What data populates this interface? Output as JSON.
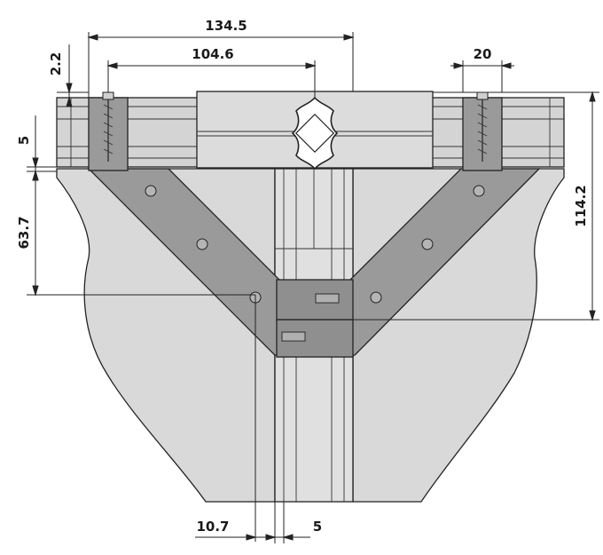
{
  "colors": {
    "background": "#ffffff",
    "part_light": "#d9d9d9",
    "part_mid": "#cfcfcf",
    "bracket": "#9a9a9a",
    "outline": "#222222"
  },
  "dimensions": {
    "overall_width": "134.5",
    "inner_width": "104.6",
    "top_offset": "2.2",
    "bracket_width": "20",
    "gap": "5",
    "bracket_depth": "63.7",
    "total_height": "114.2",
    "bottom_offset": "10.7",
    "bottom_gap": "5"
  },
  "icons": {
    "screw_left": "screw-icon",
    "screw_right": "screw-icon",
    "hole": "hole-icon"
  }
}
